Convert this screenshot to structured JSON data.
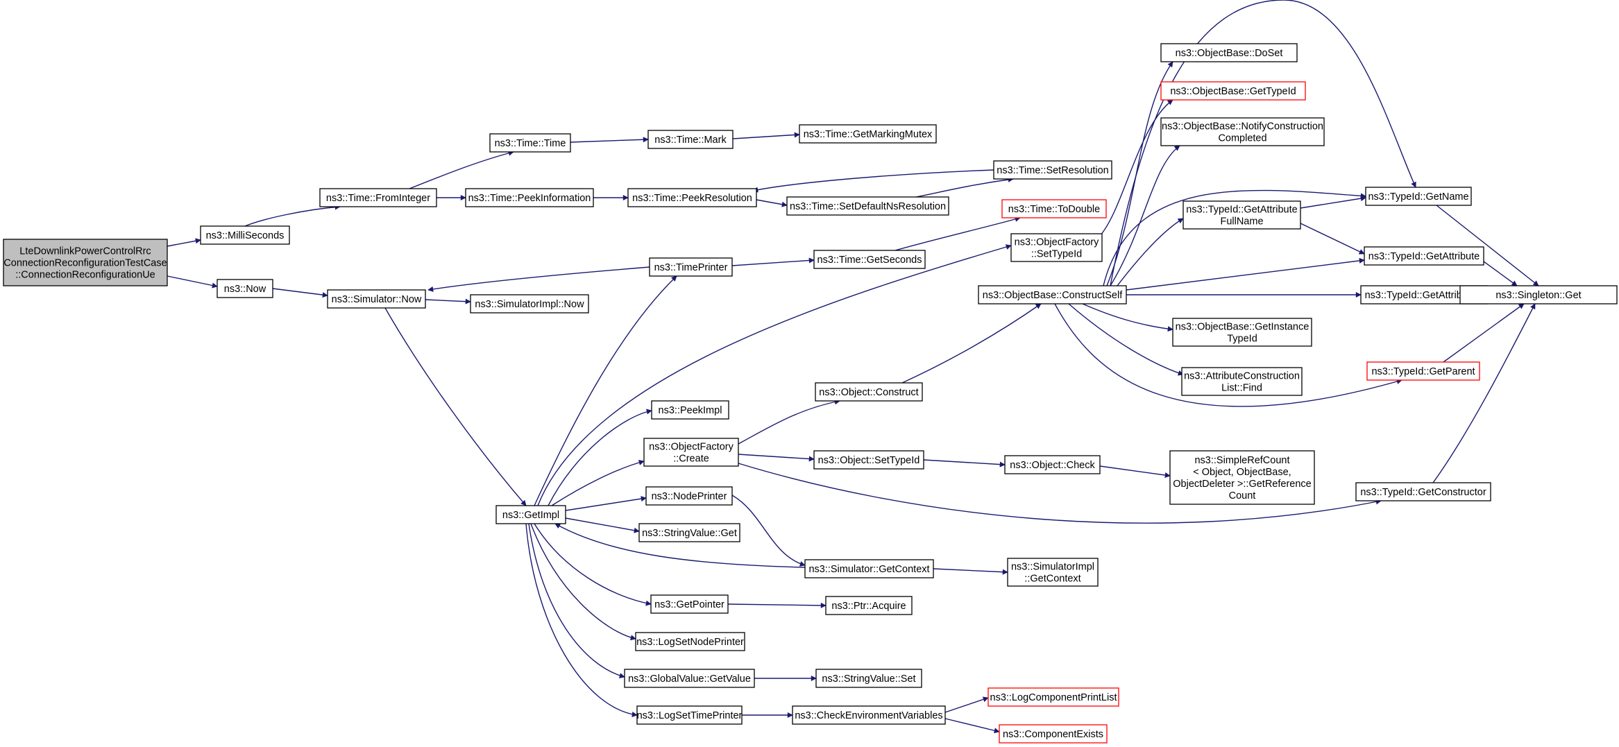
{
  "colors": {
    "edge": "#191970",
    "node_border": "#000000",
    "missing_border": "#ff0000",
    "root_fill": "#bfbfbf"
  },
  "nodes": [
    {
      "id": "root",
      "lines": [
        "LteDownlinkPowerControlRrc",
        "ConnectionReconfigurationTestCase",
        "::ConnectionReconfigurationUe"
      ]
    },
    {
      "id": "milliseconds",
      "lines": [
        "ns3::MilliSeconds"
      ]
    },
    {
      "id": "now",
      "lines": [
        "ns3::Now"
      ]
    },
    {
      "id": "fromInteger",
      "lines": [
        "ns3::Time::FromInteger"
      ]
    },
    {
      "id": "simNow",
      "lines": [
        "ns3::Simulator::Now"
      ]
    },
    {
      "id": "simImplNow",
      "lines": [
        "ns3::SimulatorImpl::Now"
      ]
    },
    {
      "id": "timeTime",
      "lines": [
        "ns3::Time::Time"
      ]
    },
    {
      "id": "peekInfo",
      "lines": [
        "ns3::Time::PeekInformation"
      ]
    },
    {
      "id": "mark",
      "lines": [
        "ns3::Time::Mark"
      ]
    },
    {
      "id": "markingMutex",
      "lines": [
        "ns3::Time::GetMarkingMutex"
      ]
    },
    {
      "id": "peekRes",
      "lines": [
        "ns3::Time::PeekResolution"
      ]
    },
    {
      "id": "setDefaultNs",
      "lines": [
        "ns3::Time::SetDefaultNsResolution"
      ]
    },
    {
      "id": "setRes",
      "lines": [
        "ns3::Time::SetResolution"
      ]
    },
    {
      "id": "toDouble",
      "lines": [
        "ns3::Time::ToDouble"
      ]
    },
    {
      "id": "timePrinter",
      "lines": [
        "ns3::TimePrinter"
      ]
    },
    {
      "id": "getSeconds",
      "lines": [
        "ns3::Time::GetSeconds"
      ]
    },
    {
      "id": "getImpl",
      "lines": [
        "ns3::GetImpl"
      ]
    },
    {
      "id": "peekImpl",
      "lines": [
        "ns3::PeekImpl"
      ]
    },
    {
      "id": "ofCreate",
      "lines": [
        "ns3::ObjectFactory",
        "::Create"
      ]
    },
    {
      "id": "nodePrinter",
      "lines": [
        "ns3::NodePrinter"
      ]
    },
    {
      "id": "strValGet",
      "lines": [
        "ns3::StringValue::Get"
      ]
    },
    {
      "id": "getPointer",
      "lines": [
        "ns3::GetPointer"
      ]
    },
    {
      "id": "logSetNode",
      "lines": [
        "ns3::LogSetNodePrinter"
      ]
    },
    {
      "id": "gvGetValue",
      "lines": [
        "ns3::GlobalValue::GetValue"
      ]
    },
    {
      "id": "logSetTime",
      "lines": [
        "ns3::LogSetTimePrinter"
      ]
    },
    {
      "id": "objConstruct",
      "lines": [
        "ns3::Object::Construct"
      ]
    },
    {
      "id": "objSetTypeId",
      "lines": [
        "ns3::Object::SetTypeId"
      ]
    },
    {
      "id": "simGetCtx",
      "lines": [
        "ns3::Simulator::GetContext"
      ]
    },
    {
      "id": "ptrAcquire",
      "lines": [
        "ns3::Ptr::Acquire"
      ]
    },
    {
      "id": "strValSet",
      "lines": [
        "ns3::StringValue::Set"
      ]
    },
    {
      "id": "checkEnv",
      "lines": [
        "ns3::CheckEnvironmentVariables"
      ]
    },
    {
      "id": "objCheck",
      "lines": [
        "ns3::Object::Check"
      ]
    },
    {
      "id": "simImplGetCtx",
      "lines": [
        "ns3::SimulatorImpl",
        "::GetContext"
      ]
    },
    {
      "id": "logCompPrint",
      "lines": [
        "ns3::LogComponentPrintList"
      ]
    },
    {
      "id": "compExists",
      "lines": [
        "ns3::ComponentExists"
      ]
    },
    {
      "id": "ofSetTypeId",
      "lines": [
        "ns3::ObjectFactory",
        "::SetTypeId"
      ]
    },
    {
      "id": "constructSelf",
      "lines": [
        "ns3::ObjectBase::ConstructSelf"
      ]
    },
    {
      "id": "doSet",
      "lines": [
        "ns3::ObjectBase::DoSet"
      ]
    },
    {
      "id": "obGetTypeId",
      "lines": [
        "ns3::ObjectBase::GetTypeId"
      ]
    },
    {
      "id": "notifyCC",
      "lines": [
        "ns3::ObjectBase::NotifyConstruction",
        "Completed"
      ]
    },
    {
      "id": "getAttrFullName",
      "lines": [
        "ns3::TypeId::GetAttribute",
        "FullName"
      ]
    },
    {
      "id": "getInstTypeId",
      "lines": [
        "ns3::ObjectBase::GetInstance",
        "TypeId"
      ]
    },
    {
      "id": "acListFind",
      "lines": [
        "ns3::AttributeConstruction",
        "List::Find"
      ]
    },
    {
      "id": "simpleRef",
      "lines": [
        "ns3::SimpleRefCount",
        "< Object, ObjectBase,",
        "ObjectDeleter >::GetReference",
        "Count"
      ]
    },
    {
      "id": "tidGetName",
      "lines": [
        "ns3::TypeId::GetName"
      ]
    },
    {
      "id": "tidGetAttr",
      "lines": [
        "ns3::TypeId::GetAttribute"
      ]
    },
    {
      "id": "tidGetAttrN",
      "lines": [
        "ns3::TypeId::GetAttributeN"
      ]
    },
    {
      "id": "tidGetParent",
      "lines": [
        "ns3::TypeId::GetParent"
      ]
    },
    {
      "id": "tidGetCtor",
      "lines": [
        "ns3::TypeId::GetConstructor"
      ]
    },
    {
      "id": "singletonGet",
      "lines": [
        "ns3::Singleton::Get"
      ]
    }
  ]
}
